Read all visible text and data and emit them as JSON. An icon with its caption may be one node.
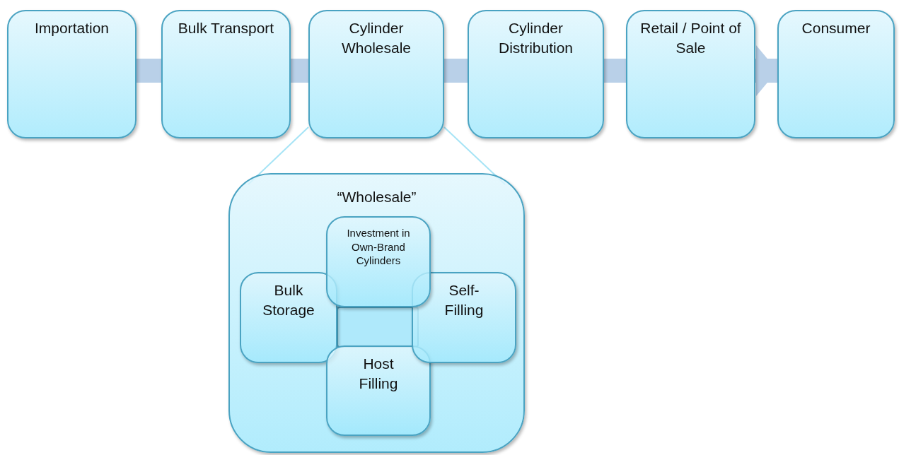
{
  "diagram": {
    "nodes": [
      {
        "text": [
          "Importation"
        ]
      },
      {
        "text": [
          "Bulk Transport"
        ]
      },
      {
        "text": [
          "Cylinder Wholesale"
        ]
      },
      {
        "text": [
          "Cylinder Distribution"
        ]
      },
      {
        "text": [
          "Retail / Point of Sale"
        ]
      },
      {
        "text": [
          "Consumer"
        ]
      },
      {
        "text": [
          "“Wholesale”"
        ]
      },
      {
        "text": [
          "Investment in Own-Brand Cylinders"
        ],
        "in": 6
      },
      {
        "text": [
          "Bulk Storage"
        ],
        "in": 6
      },
      {
        "text": [
          "Self-Filling"
        ],
        "in": 6
      },
      {
        "text": [
          "Host Filling"
        ],
        "in": 6
      },
      {
        "text": [],
        "shape": "box",
        "in": 6
      }
    ],
    "edges": [
      {
        "from": 0,
        "to": 1,
        "arrow": "none",
        "color": "#b9d0e8"
      },
      {
        "from": 1,
        "to": 2,
        "arrow": "none",
        "color": "#b9d0e8"
      },
      {
        "from": 2,
        "to": 3,
        "arrow": "none",
        "color": "#b9d0e8"
      },
      {
        "from": 3,
        "to": 4,
        "arrow": "none",
        "color": "#b9d0e8"
      },
      {
        "from": 4,
        "to": 5,
        "arrow": "to",
        "color": "#b9d0e8"
      },
      {
        "from": 2,
        "to": 6,
        "arrow": "none"
      },
      {
        "from": 2,
        "to": 6,
        "arrow": "none"
      }
    ]
  }
}
